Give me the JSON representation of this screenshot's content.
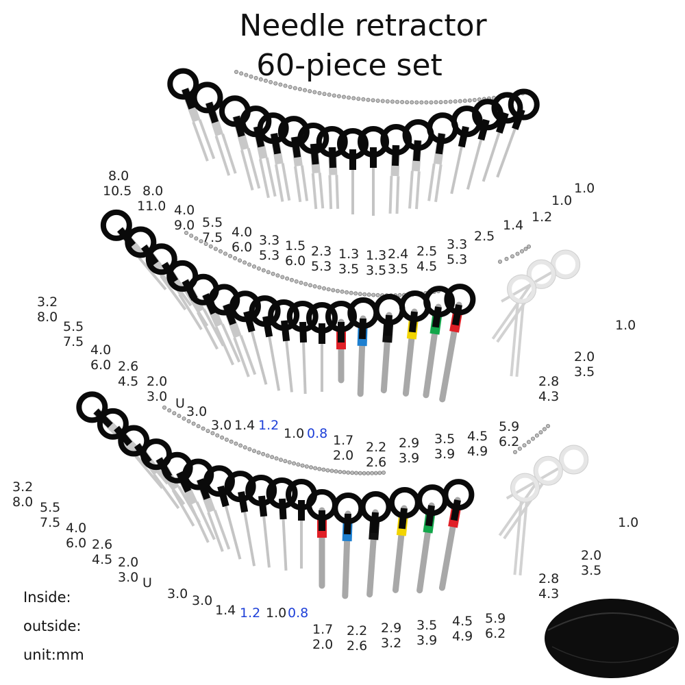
{
  "title_line1": "Needle retractor",
  "title_line2": "60-piece set",
  "legend": {
    "inside": "Inside:",
    "outside": "outside:",
    "unit": "unit:mm"
  },
  "row1": {
    "labels": [
      "8.0",
      "10.5",
      "8.0",
      "11.0",
      "4.0",
      "9.0",
      "5.5",
      "7.5",
      "4.0",
      "6.0",
      "3.3",
      "5.3",
      "1.5",
      "6.0",
      "2.3",
      "5.3",
      "1.3",
      "3.5",
      "1.3",
      "3.5",
      "2.4",
      "3.5",
      "2.5",
      "4.5",
      "3.3",
      "5.3",
      "2.5",
      "1.4",
      "1.2",
      "1.0",
      "1.0"
    ]
  },
  "row2": {
    "labels": [
      "3.2",
      "8.0",
      "5.5",
      "7.5",
      "4.0",
      "6.0",
      "2.6",
      "4.5",
      "2.0",
      "3.0",
      "U",
      "3.0",
      "3.0",
      "1.4",
      "1.2",
      "1.0",
      "0.8",
      "1.7",
      "2.0",
      "2.2",
      "2.6",
      "2.9",
      "3.9",
      "3.5",
      "3.9",
      "4.5",
      "4.9",
      "5.9",
      "6.2"
    ],
    "side": [
      "1.0",
      "2.0",
      "3.5",
      "2.8",
      "4.3"
    ]
  },
  "row3": {
    "labels": [
      "3.2",
      "8.0",
      "5.5",
      "7.5",
      "4.0",
      "6.0",
      "2.6",
      "4.5",
      "2.0",
      "3.0",
      "U",
      "3.0",
      "3.0",
      "1.4",
      "1.2",
      "1.0",
      "0.8",
      "1.7",
      "2.0",
      "2.2",
      "2.6",
      "2.9",
      "3.2",
      "3.5",
      "3.9",
      "4.5",
      "4.9",
      "5.9",
      "6.2"
    ],
    "side": [
      "1.0",
      "2.0",
      "3.5",
      "2.8",
      "4.3"
    ]
  },
  "ferrule_colors": [
    "#e01f26",
    "#1d7fd0",
    "#111111",
    "#f2d400",
    "#12a64a",
    "#e01f26"
  ],
  "blue_label_color": "#1d3fd8"
}
